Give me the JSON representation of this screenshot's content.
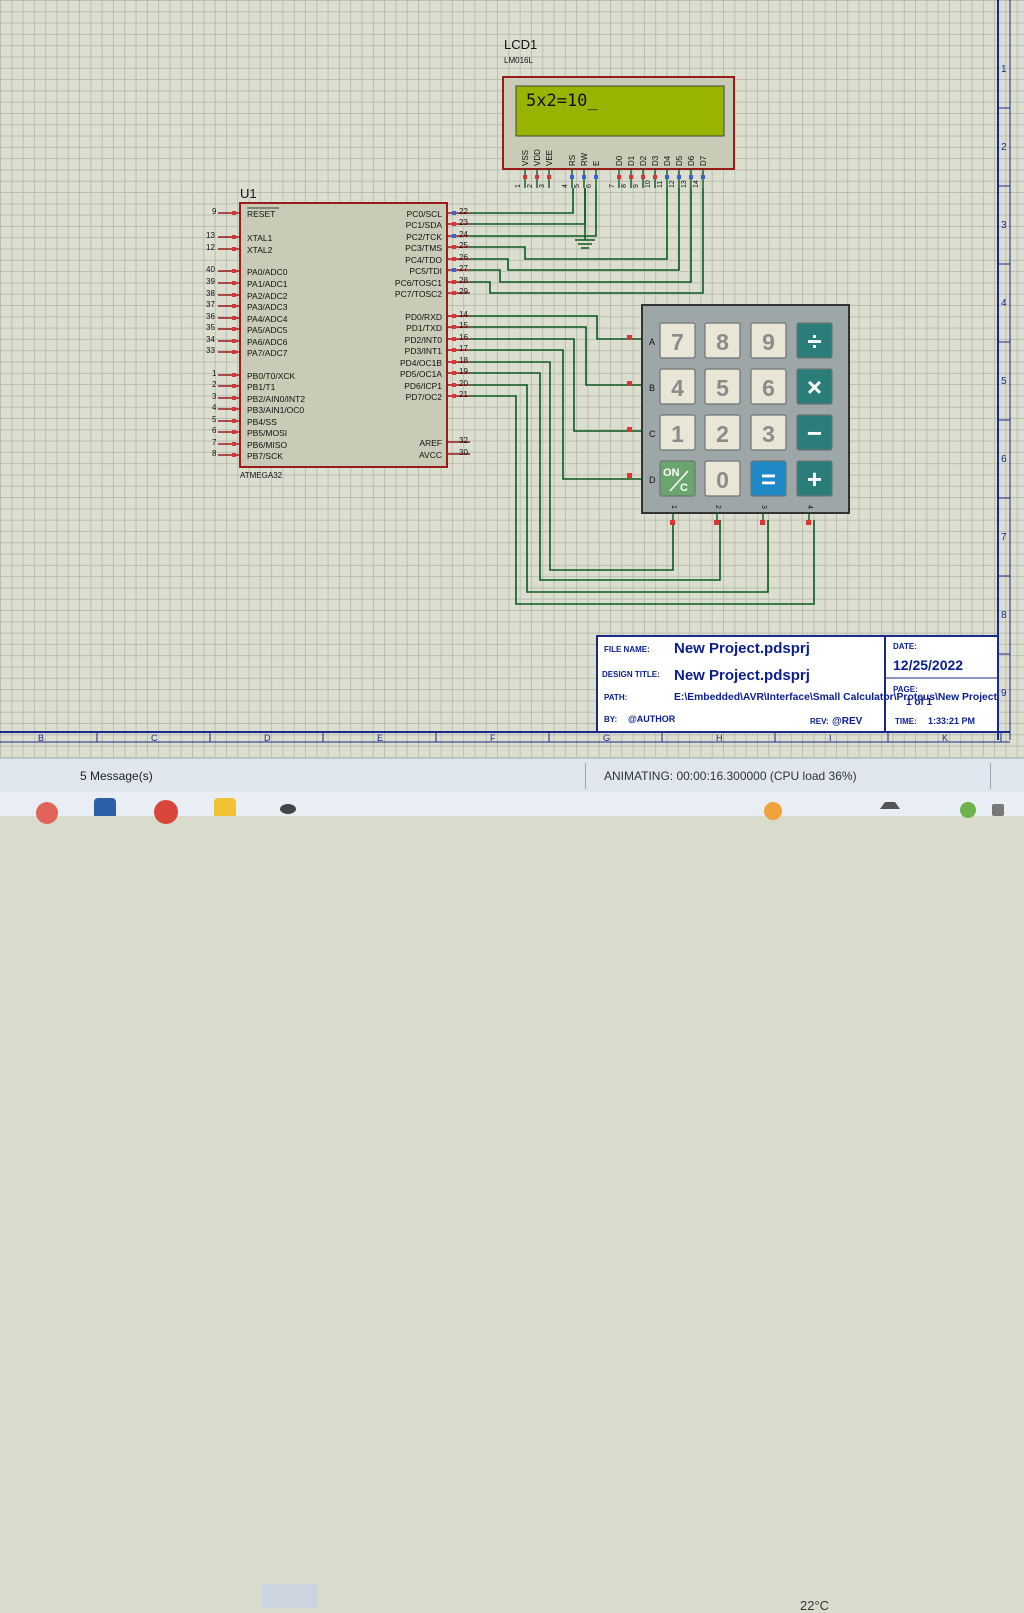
{
  "lcd": {
    "ref": "LCD1",
    "part": "LM016L",
    "display_text": "5x2=10_",
    "pin_names": [
      "VSS",
      "VDD",
      "VEE",
      "RS",
      "RW",
      "E",
      "D0",
      "D1",
      "D2",
      "D3",
      "D4",
      "D5",
      "D6",
      "D7"
    ],
    "pin_numbers": [
      "1",
      "2",
      "3",
      "4",
      "5",
      "6",
      "7",
      "8",
      "9",
      "10",
      "11",
      "12",
      "13",
      "14"
    ]
  },
  "mcu": {
    "ref": "U1",
    "part": "ATMEGA32",
    "left_pins": [
      {
        "num": "9",
        "name": "RESET"
      },
      {
        "num": "13",
        "name": "XTAL1"
      },
      {
        "num": "12",
        "name": "XTAL2"
      },
      {
        "num": "40",
        "name": "PA0/ADC0"
      },
      {
        "num": "39",
        "name": "PA1/ADC1"
      },
      {
        "num": "38",
        "name": "PA2/ADC2"
      },
      {
        "num": "37",
        "name": "PA3/ADC3"
      },
      {
        "num": "36",
        "name": "PA4/ADC4"
      },
      {
        "num": "35",
        "name": "PA5/ADC5"
      },
      {
        "num": "34",
        "name": "PA6/ADC6"
      },
      {
        "num": "33",
        "name": "PA7/ADC7"
      },
      {
        "num": "1",
        "name": "PB0/T0/XCK"
      },
      {
        "num": "2",
        "name": "PB1/T1"
      },
      {
        "num": "3",
        "name": "PB2/AIN0/INT2"
      },
      {
        "num": "4",
        "name": "PB3/AIN1/OC0"
      },
      {
        "num": "5",
        "name": "PB4/SS"
      },
      {
        "num": "6",
        "name": "PB5/MOSI"
      },
      {
        "num": "7",
        "name": "PB6/MISO"
      },
      {
        "num": "8",
        "name": "PB7/SCK"
      }
    ],
    "right_pins": [
      {
        "num": "22",
        "name": "PC0/SCL"
      },
      {
        "num": "23",
        "name": "PC1/SDA"
      },
      {
        "num": "24",
        "name": "PC2/TCK"
      },
      {
        "num": "25",
        "name": "PC3/TMS"
      },
      {
        "num": "26",
        "name": "PC4/TDO"
      },
      {
        "num": "27",
        "name": "PC5/TDI"
      },
      {
        "num": "28",
        "name": "PC6/TOSC1"
      },
      {
        "num": "29",
        "name": "PC7/TOSC2"
      },
      {
        "num": "14",
        "name": "PD0/RXD"
      },
      {
        "num": "15",
        "name": "PD1/TXD"
      },
      {
        "num": "16",
        "name": "PD2/INT0"
      },
      {
        "num": "17",
        "name": "PD3/INT1"
      },
      {
        "num": "18",
        "name": "PD4/OC1B"
      },
      {
        "num": "19",
        "name": "PD5/OC1A"
      },
      {
        "num": "20",
        "name": "PD6/ICP1"
      },
      {
        "num": "21",
        "name": "PD7/OC2"
      },
      {
        "num": "32",
        "name": "AREF"
      },
      {
        "num": "30",
        "name": "AVCC"
      }
    ]
  },
  "keypad": {
    "row_labels": [
      "A",
      "B",
      "C",
      "D"
    ],
    "col_labels": [
      "1",
      "2",
      "3",
      "4"
    ],
    "keys": [
      [
        "7",
        "8",
        "9",
        "÷"
      ],
      [
        "4",
        "5",
        "6",
        "×"
      ],
      [
        "1",
        "2",
        "3",
        "−"
      ],
      [
        "ON/C",
        "0",
        "=",
        "+"
      ]
    ],
    "on_c_top": "ON",
    "on_c_bottom": "C"
  },
  "title_block": {
    "file_name_label": "FILE NAME:",
    "file_name": "New Project.pdsprj",
    "design_title_label": "DESIGN TITLE:",
    "design_title": "New Project.pdsprj",
    "path_label": "PATH:",
    "path": "E:\\Embedded\\AVR\\Interface\\Small Calculator\\Proteus\\New Project",
    "by_label": "BY:",
    "by": "@AUTHOR",
    "rev_label": "REV:",
    "rev": "@REV",
    "date_label": "DATE:",
    "date": "12/25/2022",
    "page_label": "PAGE:",
    "page": "1 of 1",
    "time_label": "TIME:",
    "time": "1:33:21 PM"
  },
  "border": {
    "row_markers": [
      "1",
      "2",
      "3",
      "4",
      "5",
      "6",
      "7",
      "8",
      "9"
    ],
    "col_markers": [
      "B",
      "C",
      "D",
      "E",
      "F",
      "G",
      "H",
      "I",
      "K"
    ]
  },
  "status": {
    "messages": "5 Message(s)",
    "animating": "ANIMATING: 00:00:16.300000 (CPU load 36%)"
  },
  "taskbar": {
    "weather": "22°C"
  },
  "colors": {
    "wire": "#0b5a1e",
    "component_fill": "#c8cbb6",
    "component_border": "#9b1b1b",
    "lcd_screen": "#99b400",
    "keypad_body": "#9ea7a8",
    "key_light": "#e9e6d6",
    "key_teal": "#2b7d7a",
    "key_blue": "#1f88c6",
    "key_green": "#6aa56e",
    "title_blue": "#0a1f8f"
  }
}
